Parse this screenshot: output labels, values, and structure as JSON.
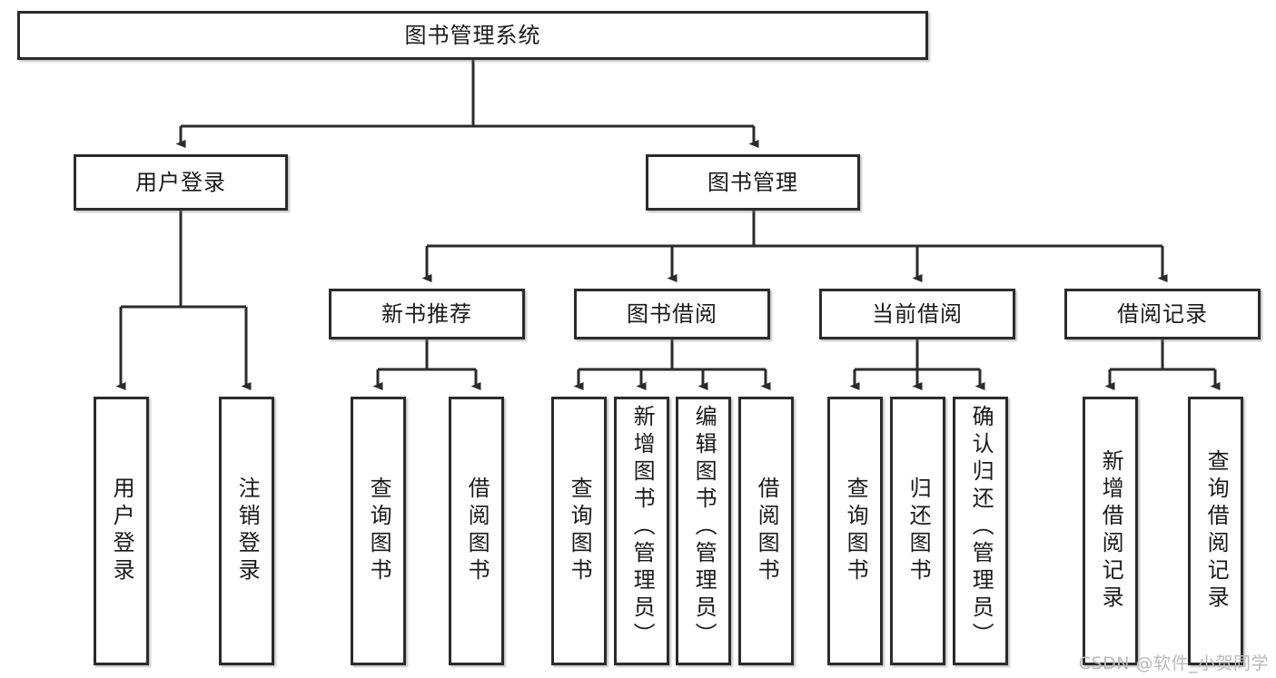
{
  "diagram": {
    "type": "tree",
    "title": "图书管理系统",
    "root": {
      "id": "root",
      "label": "图书管理系统",
      "orientation": "horizontal"
    },
    "level2": [
      {
        "id": "user-login",
        "label": "用户登录",
        "orientation": "horizontal"
      },
      {
        "id": "book-manage",
        "label": "图书管理",
        "orientation": "horizontal"
      }
    ],
    "level3": [
      {
        "id": "new-book-recommend",
        "label": "新书推荐",
        "orientation": "horizontal",
        "parent": "book-manage"
      },
      {
        "id": "book-borrow",
        "label": "图书借阅",
        "orientation": "horizontal",
        "parent": "book-manage"
      },
      {
        "id": "current-borrow",
        "label": "当前借阅",
        "orientation": "horizontal",
        "parent": "book-manage"
      },
      {
        "id": "borrow-record",
        "label": "借阅记录",
        "orientation": "horizontal",
        "parent": "book-manage"
      }
    ],
    "leaves": [
      {
        "id": "leaf-user-login",
        "label": "用户登录",
        "orientation": "vertical",
        "parent": "user-login"
      },
      {
        "id": "leaf-user-logout",
        "label": "注销登录",
        "orientation": "vertical",
        "parent": "user-login"
      },
      {
        "id": "leaf-query-book-1",
        "label": "查询图书",
        "orientation": "vertical",
        "parent": "new-book-recommend"
      },
      {
        "id": "leaf-borrow-book-1",
        "label": "借阅图书",
        "orientation": "vertical",
        "parent": "new-book-recommend"
      },
      {
        "id": "leaf-query-book-2",
        "label": "查询图书",
        "orientation": "vertical",
        "parent": "book-borrow"
      },
      {
        "id": "leaf-add-book",
        "label": "新增图书（管理员）",
        "orientation": "vertical",
        "parent": "book-borrow"
      },
      {
        "id": "leaf-edit-book",
        "label": "编辑图书（管理员）",
        "orientation": "vertical",
        "parent": "book-borrow"
      },
      {
        "id": "leaf-borrow-book-2",
        "label": "借阅图书",
        "orientation": "vertical",
        "parent": "book-borrow"
      },
      {
        "id": "leaf-query-book-3",
        "label": "查询图书",
        "orientation": "vertical",
        "parent": "current-borrow"
      },
      {
        "id": "leaf-return-book",
        "label": "归还图书",
        "orientation": "vertical",
        "parent": "current-borrow"
      },
      {
        "id": "leaf-confirm-return",
        "label": "确认归还（管理员）",
        "orientation": "vertical",
        "parent": "current-borrow"
      },
      {
        "id": "leaf-add-record",
        "label": "新增借阅记录",
        "orientation": "vertical",
        "parent": "borrow-record"
      },
      {
        "id": "leaf-query-record",
        "label": "查询借阅记录",
        "orientation": "vertical",
        "parent": "borrow-record"
      }
    ],
    "colors": {
      "border": "#2b2b2b",
      "text": "#1a1a1a",
      "background": "#ffffff",
      "connector": "#2b2b2b",
      "watermark": "#b9b9b9"
    }
  },
  "watermark": {
    "text": "CSDN @软件_小贺同学"
  }
}
